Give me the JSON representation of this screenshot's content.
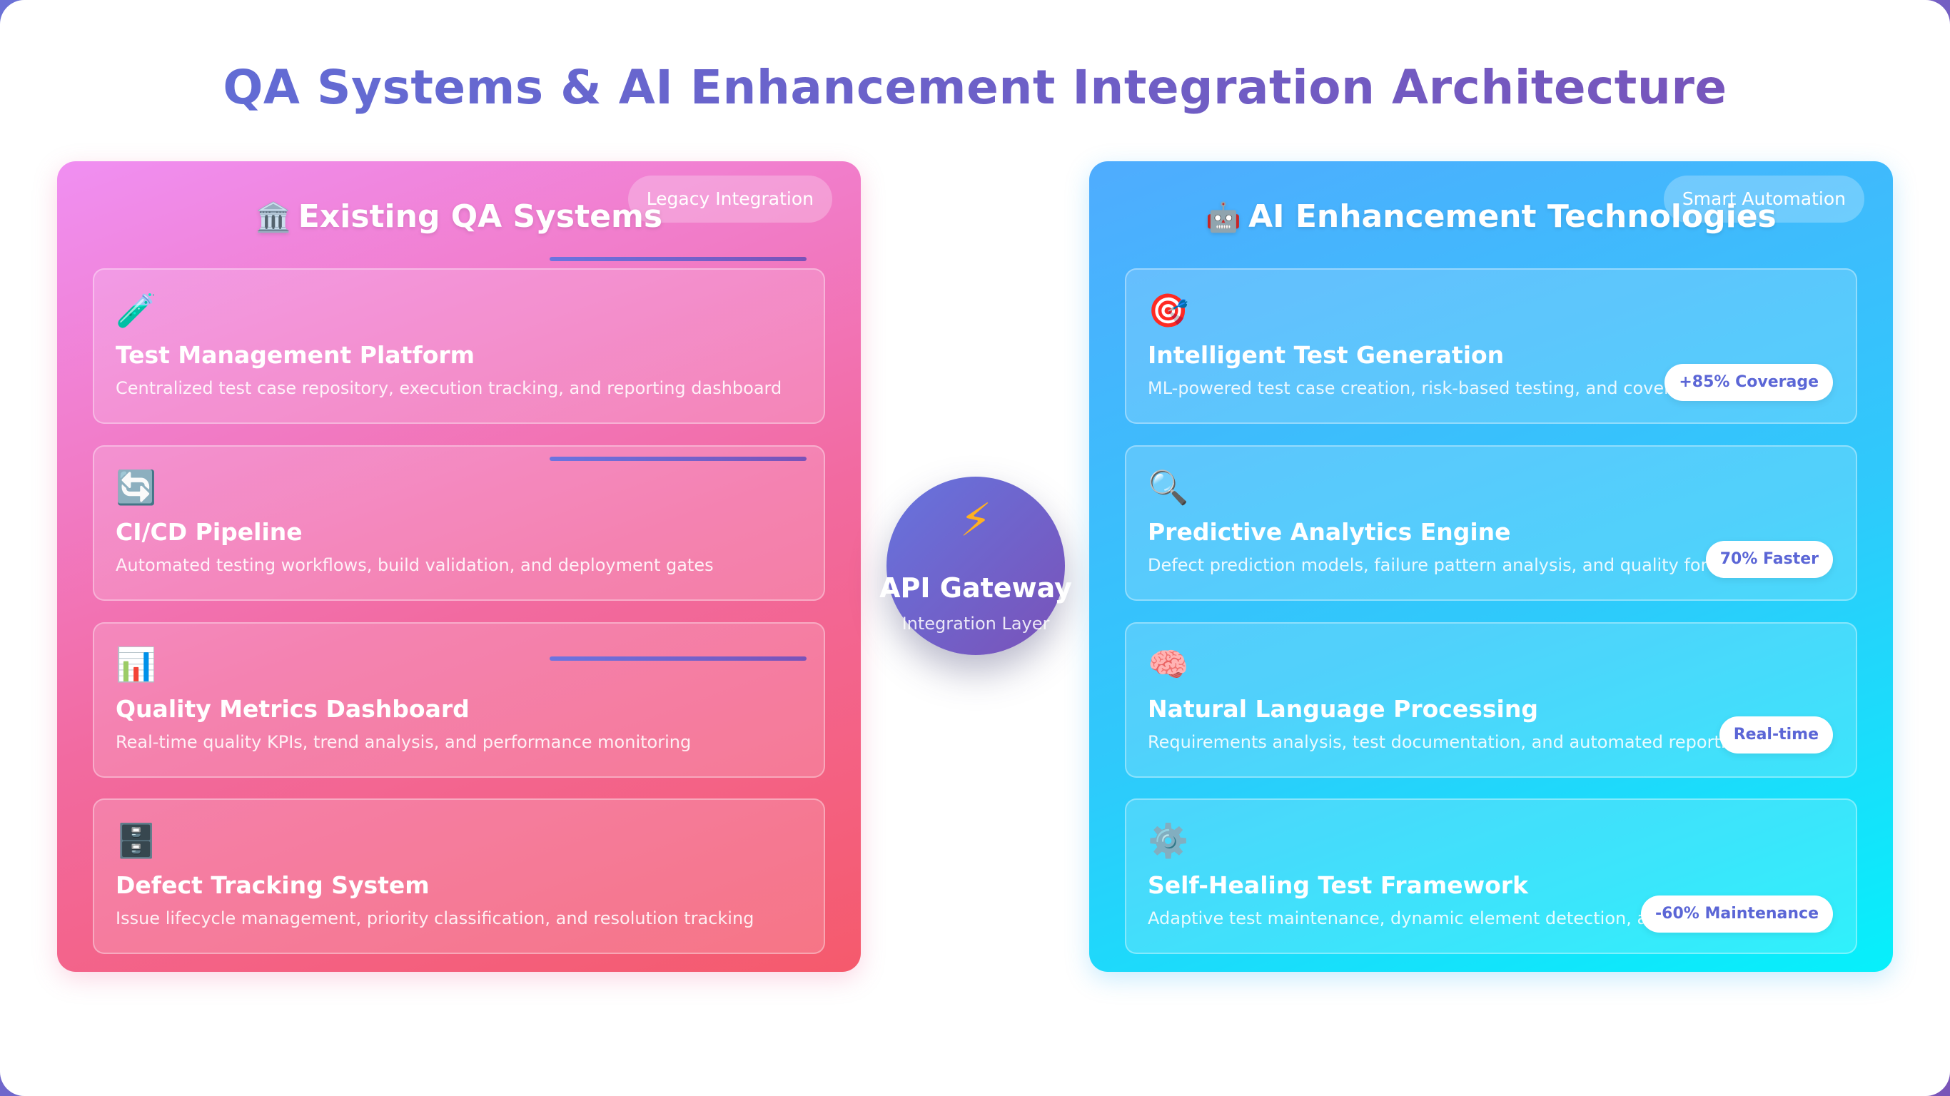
{
  "title": "QA Systems & AI Enhancement Integration Architecture",
  "left_panel": {
    "badge": "Legacy Integration",
    "icon": "🏛️",
    "title": "Existing QA Systems",
    "cards": [
      {
        "icon": "🧪",
        "name": "Test Management Platform",
        "desc": "Centralized test case repository, execution tracking, and reporting dashboard"
      },
      {
        "icon": "🔄",
        "name": "CI/CD Pipeline",
        "desc": "Automated testing workflows, build validation, and deployment gates"
      },
      {
        "icon": "📊",
        "name": "Quality Metrics Dashboard",
        "desc": "Real-time quality KPIs, trend analysis, and performance monitoring"
      },
      {
        "icon": "🗄️",
        "name": "Defect Tracking System",
        "desc": "Issue lifecycle management, priority classification, and resolution tracking"
      }
    ]
  },
  "gateway": {
    "icon": "⚡",
    "title": "API Gateway",
    "subtitle": "Integration Layer"
  },
  "right_panel": {
    "badge": "Smart Automation",
    "icon": "🤖",
    "title": "AI Enhancement Technologies",
    "cards": [
      {
        "icon": "🎯",
        "name": "Intelligent Test Generation",
        "desc": "ML-powered test case creation, risk-based testing, and coverage optimization",
        "metric": "+85% Coverage"
      },
      {
        "icon": "🔍",
        "name": "Predictive Analytics Engine",
        "desc": "Defect prediction models, failure pattern analysis, and quality forecasting",
        "metric": "70% Faster"
      },
      {
        "icon": "🧠",
        "name": "Natural Language Processing",
        "desc": "Requirements analysis, test documentation, and automated reporting",
        "metric": "Real-time"
      },
      {
        "icon": "⚙️",
        "name": "Self-Healing Test Framework",
        "desc": "Adaptive test maintenance, dynamic element detection, and auto-repair",
        "metric": "-60% Maintenance"
      }
    ]
  }
}
